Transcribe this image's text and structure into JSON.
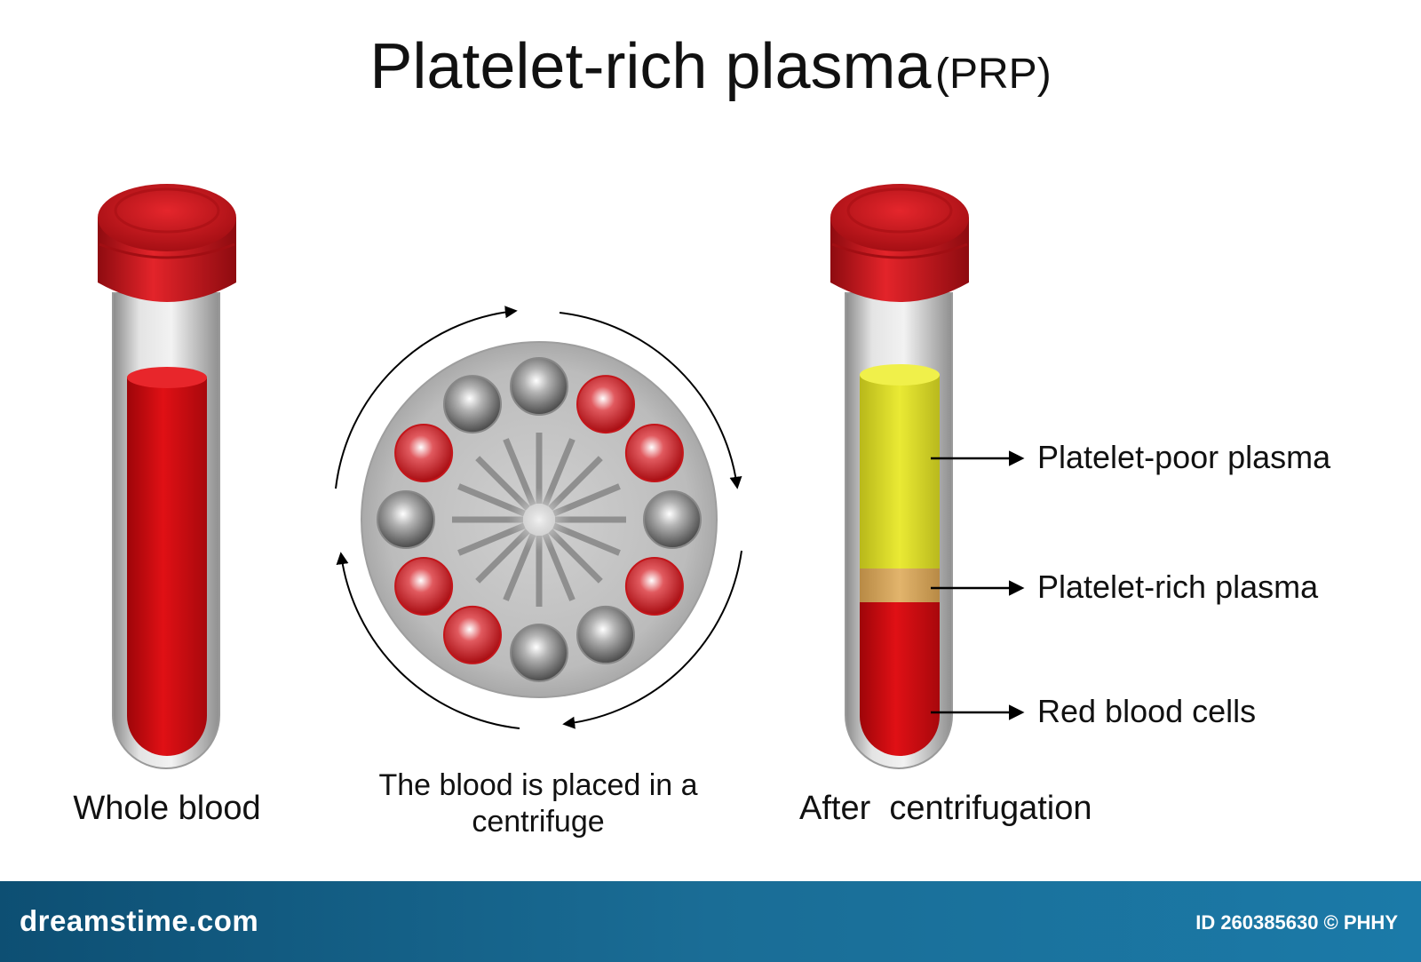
{
  "title": {
    "main": "Platelet-rich plasma",
    "abbr": "(PRP)"
  },
  "stages": [
    {
      "caption": "Whole blood"
    },
    {
      "caption_line1": "The blood is placed in a",
      "caption_line2": "centrifuge"
    },
    {
      "caption": "After  centrifugation"
    }
  ],
  "layers": [
    {
      "label": "Platelet-poor plasma",
      "color": "#e2e22e"
    },
    {
      "label": "Platelet-rich plasma",
      "color": "#d8a860"
    },
    {
      "label": "Red blood cells",
      "color": "#d5121c"
    }
  ],
  "colors": {
    "cap": "#c8151b",
    "blood": "#d20c0f",
    "tube": "#cfcfcf",
    "rotor": "#bdbdbd",
    "footer": "#14648d"
  },
  "centrifuge": {
    "slots": [
      "gray",
      "red",
      "red",
      "gray",
      "red",
      "gray",
      "gray",
      "red",
      "red",
      "gray",
      "red",
      "gray"
    ],
    "rotation": "clockwise"
  },
  "footer": {
    "brand": "dreamstime.com",
    "id_text": "ID 260385630 © PHHY"
  }
}
